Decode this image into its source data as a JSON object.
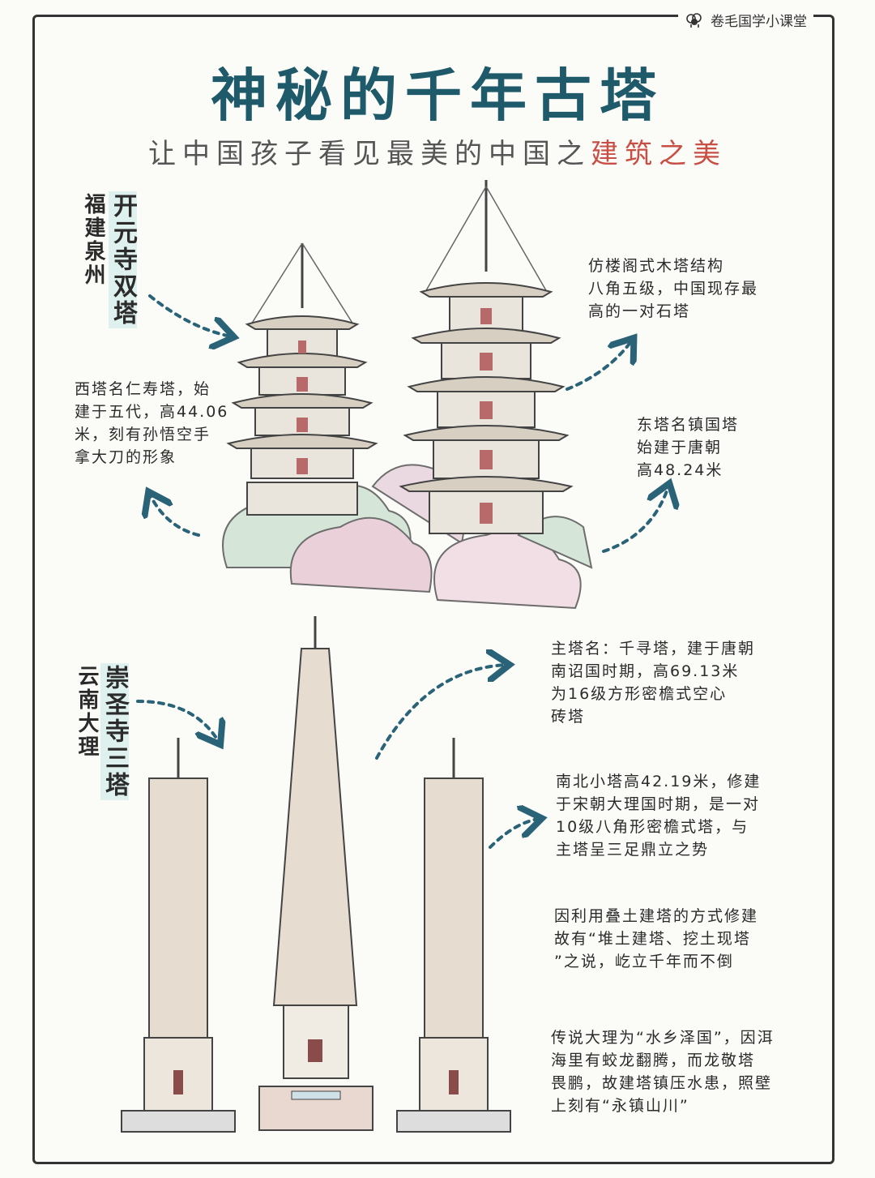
{
  "brand": {
    "name": "卷毛国学小课堂",
    "icon": "sheep-icon"
  },
  "title": "神秘的千年古塔",
  "subtitle": {
    "main": "让中国孩子看见最美的中国之",
    "accent": "建筑之美"
  },
  "section1": {
    "location": "福建泉州",
    "name": "开元寺双塔",
    "note_top": [
      "仿楼阁式木塔结构",
      "八角五级，中国现存最",
      "高的一对石塔"
    ],
    "note_west": [
      "西塔名仁寿塔，始",
      "建于五代，高44.06",
      "米，刻有孙悟空手",
      "拿大刀的形象"
    ],
    "note_east": [
      "东塔名镇国塔",
      "始建于唐朝",
      "高48.24米"
    ]
  },
  "section2": {
    "location": "云南大理",
    "name": "崇圣寺三塔",
    "note_main": [
      "主塔名：千寻塔，建于唐朝",
      "南诏国时期，高69.13米",
      "为16级方形密檐式空心",
      "砖塔"
    ],
    "note_small": [
      "南北小塔高42.19米，修建",
      "于宋朝大理国时期，是一对",
      "10级八角形密檐式塔，与",
      "主塔呈三足鼎立之势"
    ],
    "note_build": [
      "因利用叠土建塔的方式修建",
      "故有“堆土建塔、挖土现塔",
      "”之说，屹立千年而不倒"
    ],
    "note_legend": [
      "传说大理为“水乡泽国”，因洱",
      "海里有蛟龙翻腾，而龙敬塔",
      "畏鹏，故建塔镇压水患，照壁",
      "上刻有“永镇山川”"
    ]
  },
  "colors": {
    "title": "#1f5a6b",
    "accent": "#c94f45",
    "arrow": "#2a6377",
    "highlight": "#dff1ee"
  }
}
